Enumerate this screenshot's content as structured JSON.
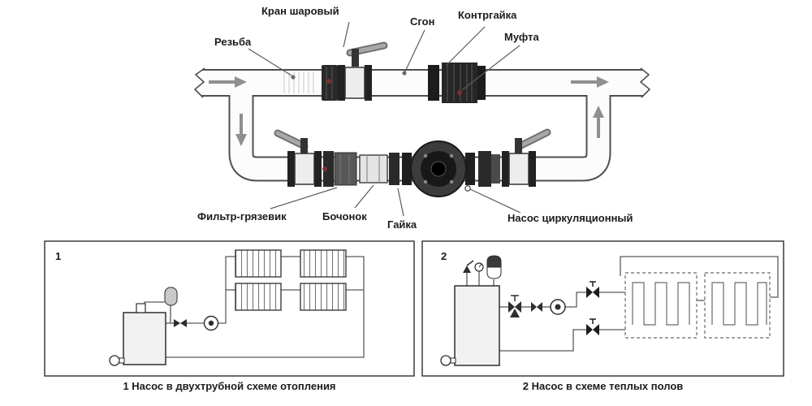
{
  "main_diagram": {
    "labels": {
      "ball_valve": "Кран шаровый",
      "union": "Сгон",
      "locknut": "Контргайка",
      "coupling": "Муфта",
      "thread": "Резьба",
      "filter": "Фильтр-грязевик",
      "barrel": "Бочонок",
      "nut": "Гайка",
      "pump": "Насос циркуляционный"
    }
  },
  "panels": [
    {
      "number": "1",
      "caption": "1 Насос в двухтрубной схеме отопления"
    },
    {
      "number": "2",
      "caption": "2 Насос в схеме теплых полов"
    }
  ],
  "colors": {
    "pipe_outline": "#4f4f4f",
    "pipe_fill": "#fcfcfc",
    "fitting_dark": "#262626",
    "arrow_gray": "#8f8f8f",
    "handle_gray": "#a8a8a8",
    "leader_line": "#5a5a5a",
    "leader_dot_red": "#7e2f2f",
    "background": "#ffffff"
  }
}
